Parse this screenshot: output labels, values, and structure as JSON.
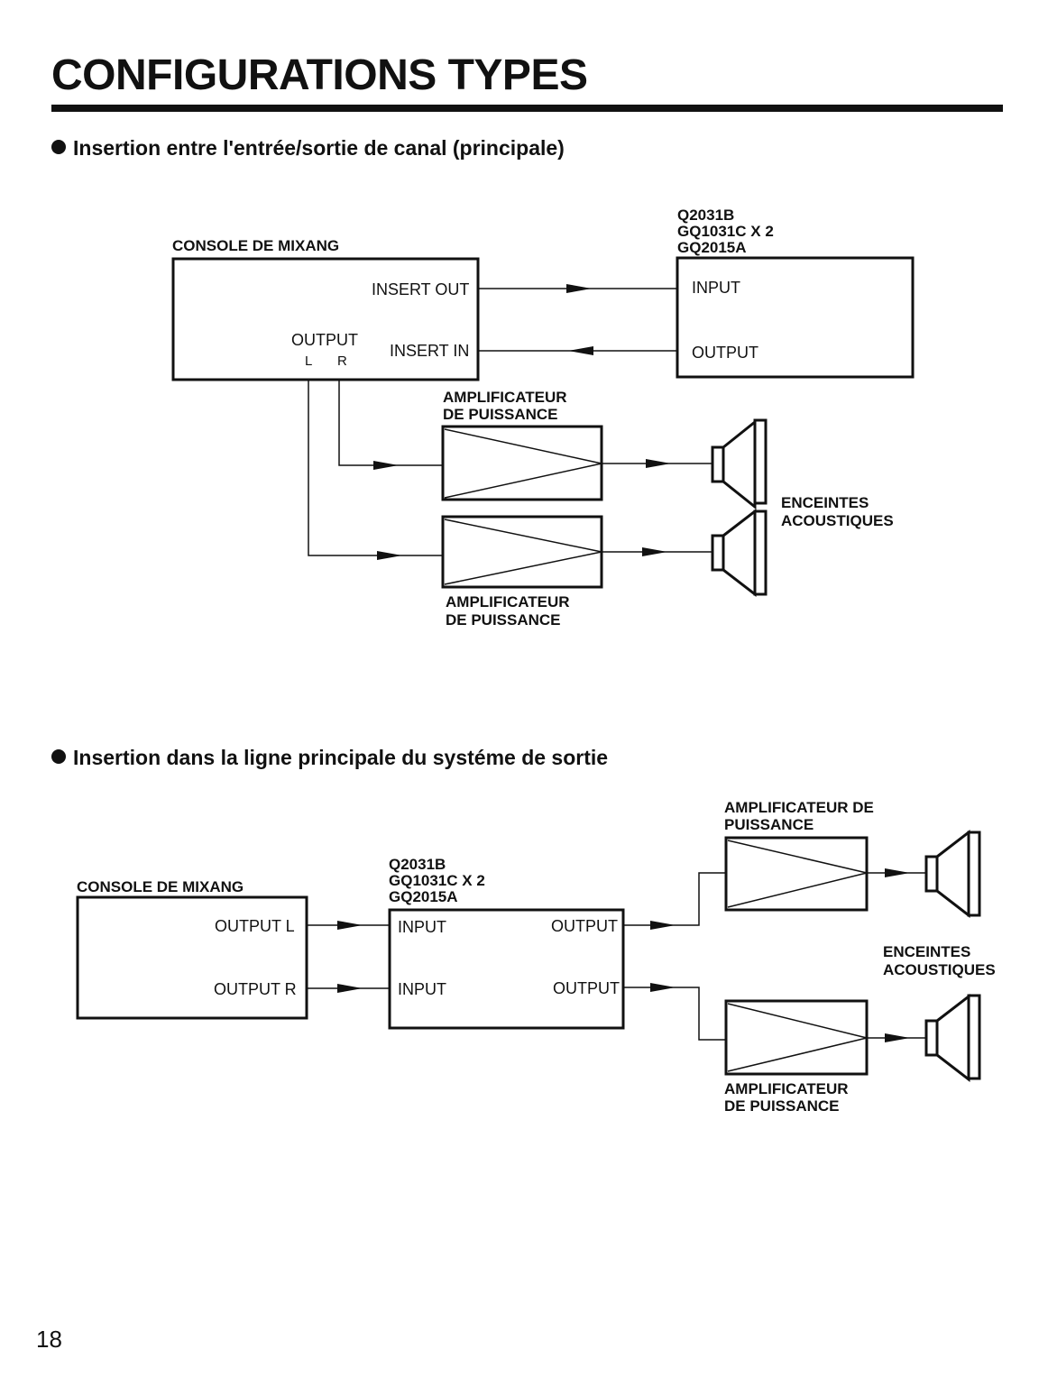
{
  "page": {
    "title": "CONFIGURATIONS TYPES",
    "page_number": "18"
  },
  "section1": {
    "heading": "Insertion entre l'entrée/sortie de canal (principale)",
    "console_label": "CONSOLE DE MIXANG",
    "insert_out": "INSERT OUT",
    "insert_in": "INSERT IN",
    "output": "OUTPUT",
    "output_l": "L",
    "output_r": "R",
    "device_lines": [
      "Q2031B",
      "GQ1031C X 2",
      "GQ2015A"
    ],
    "device_input": "INPUT",
    "device_output": "OUTPUT",
    "amp_top_lines": [
      "AMPLIFICATEUR",
      "DE PUISSANCE"
    ],
    "amp_bottom_lines": [
      "AMPLIFICATEUR",
      "DE PUISSANCE"
    ],
    "speakers_lines": [
      "ENCEINTES",
      "ACOUSTIQUES"
    ]
  },
  "section2": {
    "heading": "Insertion dans la ligne principale du systéme de sortie",
    "console_label": "CONSOLE DE MIXANG",
    "output_l": "OUTPUT L",
    "output_r": "OUTPUT R",
    "device_lines": [
      "Q2031B",
      "GQ1031C X 2",
      "GQ2015A"
    ],
    "device_input_1": "INPUT",
    "device_input_2": "INPUT",
    "device_output_1": "OUTPUT",
    "device_output_2": "OUTPUT",
    "amp_top_lines": [
      "AMPLIFICATEUR DE",
      "PUISSANCE"
    ],
    "amp_bottom_lines": [
      "AMPLIFICATEUR",
      "DE PUISSANCE"
    ],
    "speakers_lines": [
      "ENCEINTES",
      "ACOUSTIQUES"
    ]
  }
}
